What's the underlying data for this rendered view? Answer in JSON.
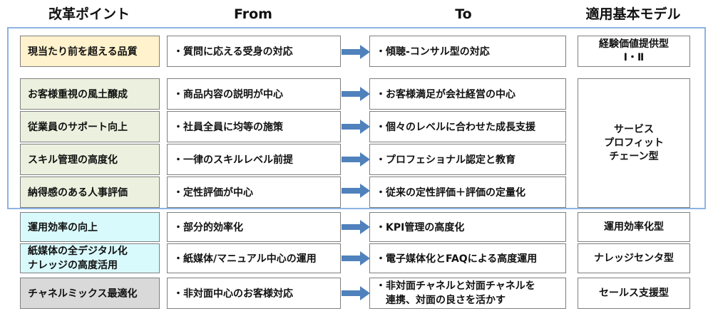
{
  "headers": {
    "point": "改革ポイント",
    "from": "From",
    "to": "To",
    "model": "適用基本モデル"
  },
  "rows": [
    {
      "point": "現当たり前を超える品質",
      "from": "・質問に応える受身の対応",
      "to": "・傾聴-コンサル型の対応"
    },
    {
      "point": "お客様重視の風土醸成",
      "from": "・商品内容の説明が中心",
      "to": "・お客様満足が会社経営の中心"
    },
    {
      "point": "従業員のサポート向上",
      "from": "・社員全員に均等の施策",
      "to": "・個々のレベルに合わせた成長支援"
    },
    {
      "point": "スキル管理の高度化",
      "from": "・一律のスキルレベル前提",
      "to": "・プロフェショナル認定と教育"
    },
    {
      "point": "納得感のある人事評価",
      "from": "・定性評価が中心",
      "to": "・従来の定性評価＋評価の定量化"
    },
    {
      "point": "運用効率の向上",
      "from": "・部分的効率化",
      "to": "・KPI管理の高度化"
    },
    {
      "point_line1": "紙媒体の全デジタル化",
      "point_line2": "ナレッジの高度活用",
      "from": "・紙媒体/マニュアル中心の運用",
      "to": "・電子媒体化とFAQによる高度運用"
    },
    {
      "point": "チャネルミックス最適化",
      "from": "・非対面中心のお客様対応",
      "to_line1": "・非対面チャネルと対面チャネルを",
      "to_line2": "連携、対面の良さを活かす"
    }
  ],
  "models": {
    "experience_line1": "経験価値提供型",
    "experience_line2": "Ⅰ・Ⅱ",
    "service_line1": "サービス",
    "service_line2": "プロフィット",
    "service_line3": "チェーン型",
    "efficiency": "運用効率化型",
    "knowledge": "ナレッジセンタ型",
    "sales": "セールス支援型"
  },
  "colors": {
    "frame": "#8eb4e3",
    "arrow": "#4f81bd",
    "quality_fill": "#fff2cc",
    "culture_fill": "#ebf1de",
    "efficiency_fill": "#d9fafc",
    "channel_fill": "#d9d9d9"
  },
  "icons": [
    "right-arrow-icon"
  ]
}
